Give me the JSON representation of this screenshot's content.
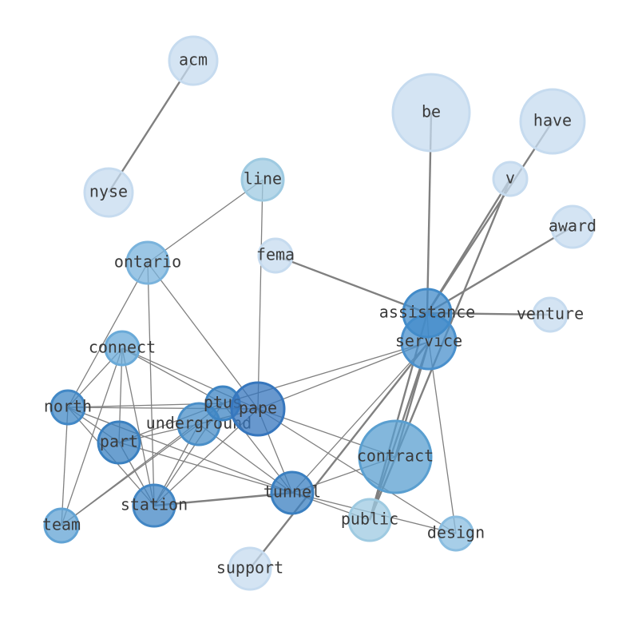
{
  "graph": {
    "nodes": [
      {
        "id": "acm",
        "label": "acm",
        "color": "#c6dbef"
      },
      {
        "id": "nyse",
        "label": "nyse",
        "color": "#c6dbef"
      },
      {
        "id": "be",
        "label": "be",
        "color": "#c6dbef"
      },
      {
        "id": "have",
        "label": "have",
        "color": "#c6dbef"
      },
      {
        "id": "v",
        "label": "v",
        "color": "#c6dbef"
      },
      {
        "id": "award",
        "label": "award",
        "color": "#c6dbef"
      },
      {
        "id": "venture",
        "label": "venture",
        "color": "#c6dbef"
      },
      {
        "id": "fema",
        "label": "fema",
        "color": "#c6dbef"
      },
      {
        "id": "support",
        "label": "support",
        "color": "#c6dbef"
      },
      {
        "id": "line",
        "label": "line",
        "color": "#9ecae1"
      },
      {
        "id": "public",
        "label": "public",
        "color": "#9ecae1"
      },
      {
        "id": "design",
        "label": "design",
        "color": "#8abde0"
      },
      {
        "id": "ontario",
        "label": "ontario",
        "color": "#7ab3dc"
      },
      {
        "id": "connect",
        "label": "connect",
        "color": "#6aaad8"
      },
      {
        "id": "team",
        "label": "team",
        "color": "#62a3d4"
      },
      {
        "id": "contract",
        "label": "contract",
        "color": "#5a9fd0"
      },
      {
        "id": "service",
        "label": "service",
        "color": "#4a90cc"
      },
      {
        "id": "assistance",
        "label": "assistance",
        "color": "#428bc9"
      },
      {
        "id": "north",
        "label": "north",
        "color": "#4288c6"
      },
      {
        "id": "station",
        "label": "station",
        "color": "#4286c4"
      },
      {
        "id": "underground",
        "label": "underground",
        "color": "#4a8fc8"
      },
      {
        "id": "ptus",
        "label": "ptus",
        "color": "#3d84c3"
      },
      {
        "id": "part",
        "label": "part",
        "color": "#3a80c0"
      },
      {
        "id": "tunnel",
        "label": "tunnel",
        "color": "#3a7fc0"
      },
      {
        "id": "pape",
        "label": "pape",
        "color": "#3676bd"
      }
    ],
    "edges": [
      [
        "acm",
        "nyse"
      ],
      [
        "be",
        "assistance"
      ],
      [
        "have",
        "assistance"
      ],
      [
        "v",
        "assistance"
      ],
      [
        "v",
        "public"
      ],
      [
        "award",
        "assistance"
      ],
      [
        "venture",
        "assistance"
      ],
      [
        "fema",
        "assistance"
      ],
      [
        "line",
        "ontario"
      ],
      [
        "line",
        "pape"
      ],
      [
        "ontario",
        "north"
      ],
      [
        "ontario",
        "station"
      ],
      [
        "ontario",
        "pape"
      ],
      [
        "connect",
        "north"
      ],
      [
        "connect",
        "part"
      ],
      [
        "connect",
        "station"
      ],
      [
        "connect",
        "ptus"
      ],
      [
        "connect",
        "pape"
      ],
      [
        "connect",
        "team"
      ],
      [
        "north",
        "ptus"
      ],
      [
        "north",
        "pape"
      ],
      [
        "north",
        "part"
      ],
      [
        "north",
        "station"
      ],
      [
        "north",
        "team"
      ],
      [
        "north",
        "tunnel"
      ],
      [
        "part",
        "underground"
      ],
      [
        "part",
        "ptus"
      ],
      [
        "part",
        "station"
      ],
      [
        "part",
        "tunnel"
      ],
      [
        "underground",
        "team"
      ],
      [
        "underground",
        "station"
      ],
      [
        "underground",
        "tunnel"
      ],
      [
        "underground",
        "pape"
      ],
      [
        "ptus",
        "team"
      ],
      [
        "ptus",
        "station"
      ],
      [
        "ptus",
        "tunnel"
      ],
      [
        "ptus",
        "service"
      ],
      [
        "pape",
        "service"
      ],
      [
        "pape",
        "tunnel"
      ],
      [
        "pape",
        "contract"
      ],
      [
        "pape",
        "design"
      ],
      [
        "pape",
        "station"
      ],
      [
        "station",
        "tunnel"
      ],
      [
        "tunnel",
        "contract"
      ],
      [
        "tunnel",
        "public"
      ],
      [
        "tunnel",
        "design"
      ],
      [
        "tunnel",
        "service"
      ],
      [
        "service",
        "contract"
      ],
      [
        "service",
        "public"
      ],
      [
        "service",
        "design"
      ],
      [
        "service",
        "support"
      ],
      [
        "assistance",
        "service"
      ],
      [
        "assistance",
        "public"
      ]
    ]
  }
}
